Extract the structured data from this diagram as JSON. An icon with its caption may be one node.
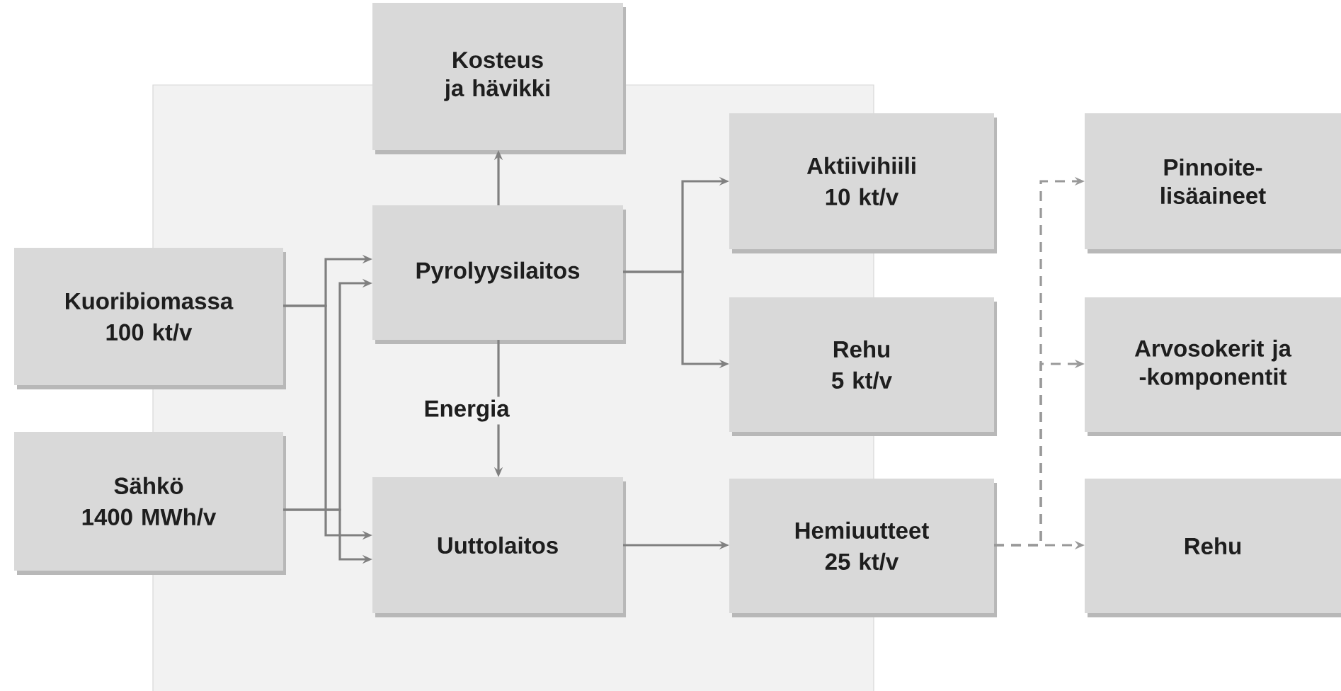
{
  "diagram": {
    "nodes": [
      {
        "text": [
          "Kosteus ja hävikki"
        ]
      },
      {
        "text": [
          "Kuoribiomassa",
          "100 kt/v"
        ]
      },
      {
        "text": [
          "Sähkö",
          "1400 MWh/v"
        ]
      },
      {
        "text": [
          "Pyrolyysilaitos"
        ]
      },
      {
        "text": [
          "Uuttolaitos"
        ]
      },
      {
        "text": [
          "Aktiivihiili",
          "10 kt/v"
        ]
      },
      {
        "text": [
          "Rehu",
          "5 kt/v"
        ]
      },
      {
        "text": [
          "Hemiuutteet",
          "25 kt/v"
        ]
      },
      {
        "text": [
          "Pinnoite- lisäaineet"
        ]
      },
      {
        "text": [
          "Arvosokerit ja -komponentit"
        ]
      },
      {
        "text": [
          "Rehu"
        ]
      }
    ],
    "edges": [
      {
        "from": 1,
        "to": 3,
        "arrow": "to"
      },
      {
        "from": 1,
        "to": 4,
        "arrow": "to"
      },
      {
        "from": 2,
        "to": 3,
        "arrow": "to"
      },
      {
        "from": 2,
        "to": 4,
        "arrow": "to"
      },
      {
        "from": 3,
        "to": 0,
        "arrow": "to"
      },
      {
        "from": 3,
        "to": 4,
        "arrow": "to",
        "label": "Energia"
      },
      {
        "from": 3,
        "to": 5,
        "arrow": "to"
      },
      {
        "from": 3,
        "to": 6,
        "arrow": "to"
      },
      {
        "from": 4,
        "to": 7,
        "arrow": "to"
      },
      {
        "from": 7,
        "to": 8,
        "arrow": "to",
        "style": "dashed",
        "color": "#999999"
      },
      {
        "from": 7,
        "to": 9,
        "arrow": "to",
        "style": "dashed",
        "color": "#999999"
      },
      {
        "from": 7,
        "to": 10,
        "arrow": "to",
        "style": "dashed",
        "color": "#999999"
      }
    ]
  }
}
